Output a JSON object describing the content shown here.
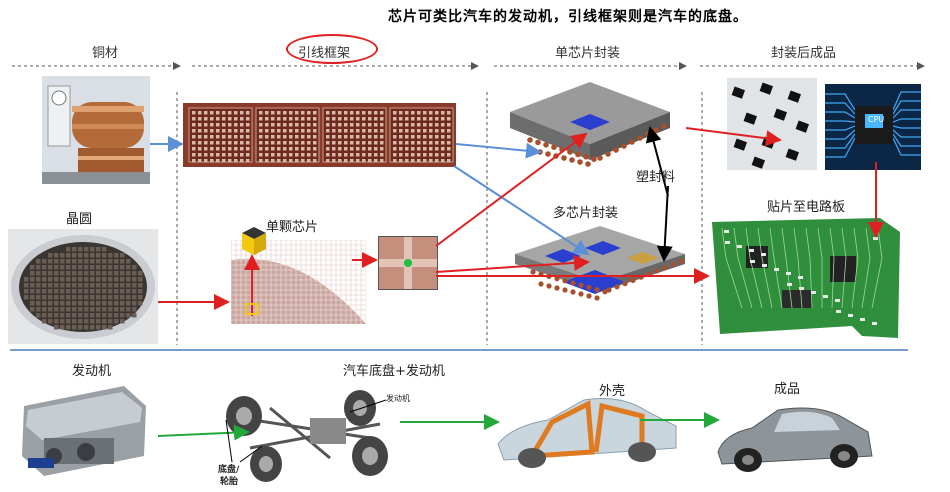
{
  "headline": "芯片可类比汽车的发动机，引线框架则是汽车的底盘。",
  "stages": {
    "copper": "铜材",
    "lead_frame": "引线框架",
    "single_chip_package": "单芯片封装",
    "packaged_product": "封装后成品"
  },
  "labels": {
    "wafer": "晶圆",
    "single_die": "单颗芯片",
    "molding_compound": "塑封料",
    "multi_chip_package": "多芯片封装",
    "mount_to_board": "贴片至电路板",
    "engine": "发动机",
    "chassis_engine": "汽车底盘+发动机",
    "shell": "外壳",
    "finished_car": "成品",
    "chassis_tire": "底盘/",
    "tire": "轮胎",
    "engine_small": "发动机",
    "cpu": "CPU"
  },
  "colors": {
    "red_arrow": "#e02020",
    "blue_arrow": "#5b8fd6",
    "green_arrow": "#22a83a",
    "divider": "#4a7cc0",
    "dashed": "#555555"
  }
}
